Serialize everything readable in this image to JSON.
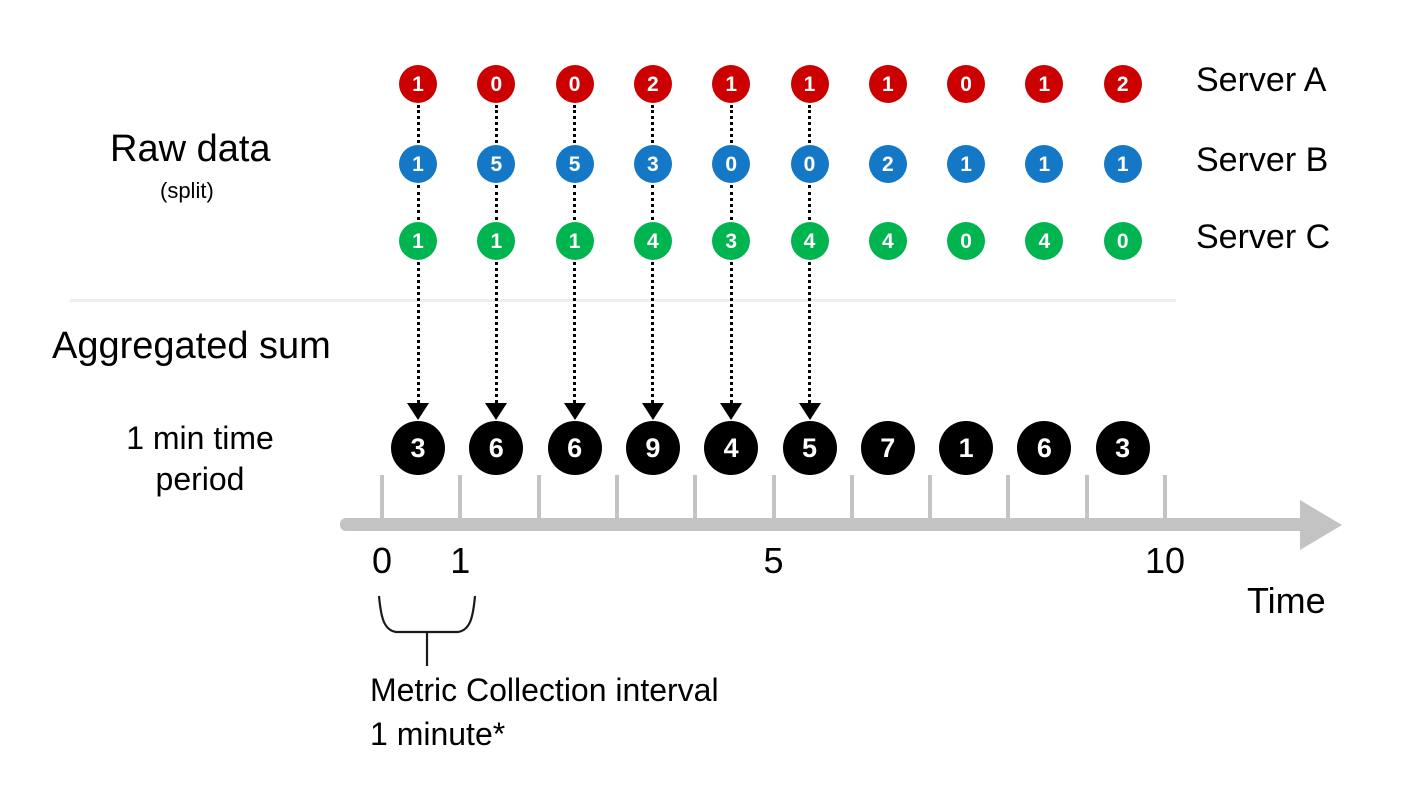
{
  "diagram": {
    "title_raw_data": "Raw data",
    "subtitle_split": "(split)",
    "title_aggregated": "Aggregated sum",
    "time_period_line1": "1 min time",
    "time_period_line2": "period",
    "axis_label": "Time",
    "metric_caption_line1": "Metric Collection interval",
    "metric_caption_line2": "1 minute*"
  },
  "colors": {
    "server_a": "#CC0000",
    "server_b": "#1478C6",
    "server_c": "#00B44F",
    "aggregate": "#000000",
    "axis": "#C3C3C3",
    "divider": "#EEEEEE"
  },
  "series": [
    {
      "name": "server-a",
      "label": "Server A",
      "color": "#CC0000",
      "values": [
        "1",
        "0",
        "0",
        "2",
        "1",
        "1",
        "1",
        "0",
        "1",
        "2"
      ]
    },
    {
      "name": "server-b",
      "label": "Server B",
      "color": "#1478C6",
      "values": [
        "1",
        "5",
        "5",
        "3",
        "0",
        "0",
        "2",
        "1",
        "1",
        "1"
      ]
    },
    {
      "name": "server-c",
      "label": "Server C",
      "color": "#00B44F",
      "values": [
        "1",
        "1",
        "1",
        "4",
        "3",
        "4",
        "4",
        "0",
        "4",
        "0"
      ]
    }
  ],
  "aggregate": {
    "name": "aggregated-sum",
    "color": "#000000",
    "values": [
      "3",
      "6",
      "6",
      "9",
      "4",
      "5",
      "7",
      "1",
      "6",
      "3"
    ]
  },
  "connectors": {
    "count": 6,
    "note": "dotted arrows drawn for the first six time periods"
  },
  "axis": {
    "ticks": [
      0,
      1,
      2,
      3,
      4,
      5,
      6,
      7,
      8,
      9,
      10
    ],
    "labeled_ticks": [
      {
        "value": 0,
        "text": "0"
      },
      {
        "value": 1,
        "text": "1"
      },
      {
        "value": 5,
        "text": "5"
      },
      {
        "value": 10,
        "text": "10"
      }
    ],
    "min": 0,
    "max": 10
  },
  "chart_data": {
    "type": "table",
    "title": "Raw data (split) and aggregated sum per 1 minute time period",
    "xlabel": "Time",
    "ylabel": "",
    "categories": [
      "0-1",
      "1-2",
      "2-3",
      "3-4",
      "4-5",
      "5-6",
      "6-7",
      "7-8",
      "8-9",
      "9-10"
    ],
    "series": [
      {
        "name": "Server A",
        "values": [
          1,
          0,
          0,
          2,
          1,
          1,
          1,
          0,
          1,
          2
        ]
      },
      {
        "name": "Server B",
        "values": [
          1,
          5,
          5,
          3,
          0,
          0,
          2,
          1,
          1,
          1
        ]
      },
      {
        "name": "Server C",
        "values": [
          1,
          1,
          1,
          4,
          3,
          4,
          4,
          0,
          4,
          0
        ]
      },
      {
        "name": "Aggregated sum",
        "values": [
          3,
          6,
          6,
          9,
          4,
          5,
          7,
          1,
          6,
          3
        ]
      }
    ],
    "xlim": [
      0,
      10
    ],
    "grid": false,
    "legend": "right"
  }
}
